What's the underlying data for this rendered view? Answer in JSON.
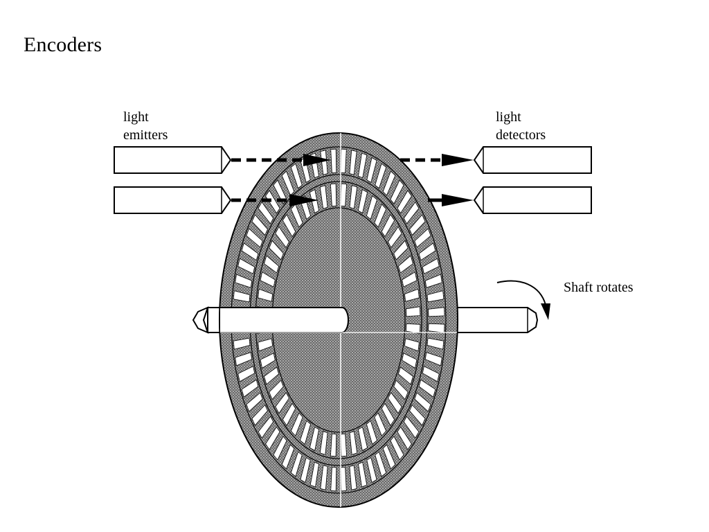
{
  "title": "Encoders",
  "labels": {
    "emitters_line1": "light",
    "emitters_line2": "emitters",
    "detectors_line1": "light",
    "detectors_line2": "detectors",
    "shaft": "Shaft rotates"
  },
  "icons": {
    "rotation_arrow": "curved-arrow-icon"
  },
  "disc": {
    "outer_ring_slots": 64,
    "inner_ring_slots": 48
  },
  "colors": {
    "ink": "#000000",
    "paper": "#ffffff",
    "disc_fill": "#5a5a5a"
  }
}
